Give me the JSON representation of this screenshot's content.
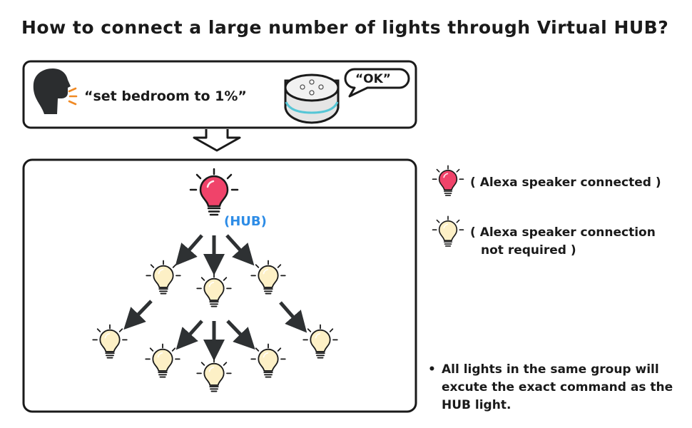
{
  "title": "How to connect a large number of lights through Virtual HUB?",
  "voice_command": "“set bedroom to 1%”",
  "speaker_reply": "“OK”",
  "hub_label": "(HUB)",
  "legend": {
    "connected": "( Alexa speaker connected )",
    "not_required_line1": "( Alexa speaker connection",
    "not_required_line2": "not required )"
  },
  "note": {
    "bullet": "•",
    "text": "All lights in the same group will excute the exact command as the HUB light."
  },
  "colors": {
    "hub_bulb": "#f0436a",
    "group_bulb": "#fdf0c6",
    "arrow": "#2e3133",
    "outline": "#1a1a1a",
    "hub_label": "#2d8ce6",
    "sound_waves": "#f08a24",
    "speaker_ring": "#56c6d6"
  },
  "icons": {
    "person": "person-speaking-icon",
    "speaker": "smart-speaker-icon",
    "hub": "hub-bulb-icon",
    "group": "group-bulb-icon"
  }
}
